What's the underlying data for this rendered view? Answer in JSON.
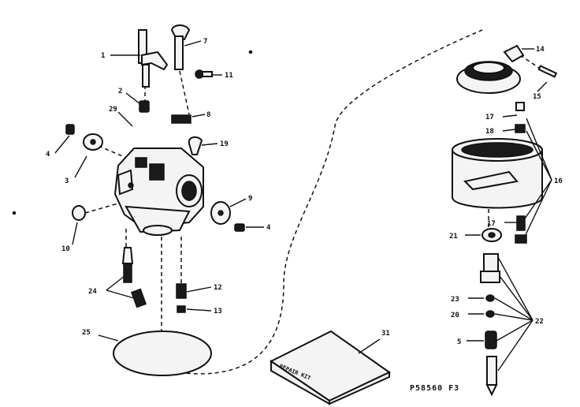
{
  "callouts": {
    "c1": "1",
    "c2": "2",
    "c3": "3",
    "c4a": "4",
    "c4b": "4",
    "c5": "5",
    "c7": "7",
    "c8": "8",
    "c9": "9",
    "c10": "10",
    "c11": "11",
    "c12": "12",
    "c13": "13",
    "c14": "14",
    "c15": "15",
    "c16": "16",
    "c17a": "17",
    "c17b": "17",
    "c18": "18",
    "c19": "19",
    "c20": "20",
    "c21": "21",
    "c22": "22",
    "c23": "23",
    "c24": "24",
    "c25": "25",
    "c29": "29",
    "c31": "31"
  },
  "kit_label": "REPAIR KIT",
  "figure_code": "P58560  F3"
}
